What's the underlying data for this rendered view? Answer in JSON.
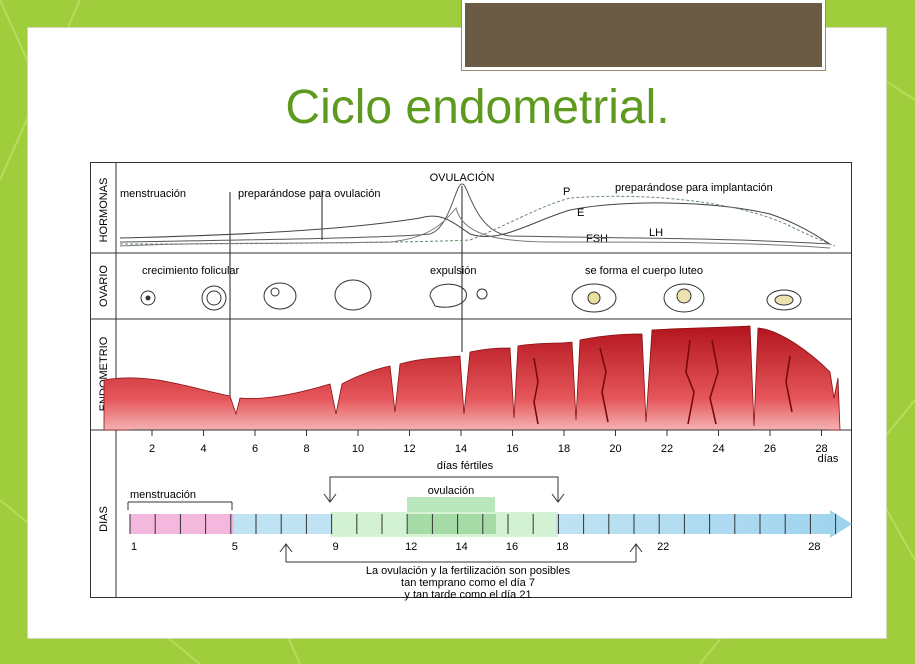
{
  "slide": {
    "title": "Ciclo endometrial.",
    "accent_color": "#9fcd3c",
    "title_color": "#5d9a1e",
    "tab_color": "#6b5a44"
  },
  "diagram": {
    "row_labels": {
      "hormones": "HORMONAS",
      "ovary": "OVARIO",
      "endometrium": "ENDOMETRIO",
      "days": "DIAS"
    },
    "hormones": {
      "ovulation": "OVULACIÓN",
      "menstruation": "menstruación",
      "preparing_ovulation": "preparándose para ovulación",
      "preparing_implantation": "preparándose para implantación",
      "p": "P",
      "e": "E",
      "lh": "LH",
      "fsh": "FSH"
    },
    "ovary": {
      "follicular_growth": "crecimiento folicular",
      "expulsion": "expulsión",
      "corpus_luteum": "se forma el cuerpo luteo"
    },
    "day_ticks": [
      "2",
      "4",
      "6",
      "8",
      "10",
      "12",
      "14",
      "16",
      "18",
      "20",
      "22",
      "24",
      "26",
      "28"
    ],
    "days_unit": "días",
    "fertile_days": "días fértiles",
    "bar": {
      "menstruation": "menstruación",
      "ovulation": "ovulación",
      "day_labels": [
        "1",
        "5",
        "9",
        "12",
        "14",
        "16",
        "18",
        "22",
        "28"
      ]
    },
    "note": [
      "La ovulación y la fertilización son posibles",
      "tan temprano como el día 7",
      "y tan tarde como el día 21"
    ]
  }
}
